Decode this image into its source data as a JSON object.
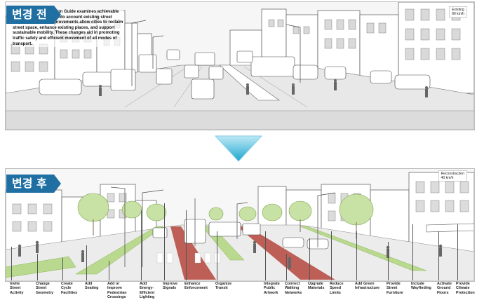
{
  "before": {
    "badge": "변경 전",
    "intro_text": "The Global Street Design Guide examines achievable improvements, taking into account existing street conditions. These improvements allow cities to reclaim street space, enhance existing places, and support sustainable mobility. These changes aid in promoting traffic safety and efficient movement of all modes of transport.",
    "corner_label_line1": "Existing",
    "corner_label_line2": "80 km/h"
  },
  "after": {
    "badge": "변경 후",
    "corner_label_line1": "Reconstruction",
    "corner_label_line2": "40 km/h"
  },
  "colors": {
    "badge": "#1f6fa3",
    "arrow_top": "#bfe9f6",
    "arrow_bottom": "#1ea6cf",
    "greenery": "#b9d98f",
    "red_lane": "#b5473d",
    "sky": "#f4f4f4"
  },
  "labels": [
    {
      "l1": "Invite",
      "l2": "Street",
      "l3": "Activity"
    },
    {
      "l1": "Change",
      "l2": "Street",
      "l3": "Geometry"
    },
    {
      "l1": "Create",
      "l2": "Cycle",
      "l3": "Facilities"
    },
    {
      "l1": "Add",
      "l2": "Seating",
      "l3": ""
    },
    {
      "l1": "Add or",
      "l2": "Improve",
      "l3": "Pedestrian",
      "l4": "Crossings"
    },
    {
      "l1": "Add",
      "l2": "Energy-",
      "l3": "Efficient",
      "l4": "Lighting"
    },
    {
      "l1": "Improve",
      "l2": "Signals",
      "l3": ""
    },
    {
      "l1": "Enhance",
      "l2": "Enforcement",
      "l3": ""
    },
    {
      "l1": "Organize",
      "l2": "Transit",
      "l3": ""
    },
    {
      "l1": "Integrate",
      "l2": "Public",
      "l3": "Artwork"
    },
    {
      "l1": "Connect",
      "l2": "Walking",
      "l3": "Networks"
    },
    {
      "l1": "Upgrade",
      "l2": "Materials",
      "l3": ""
    },
    {
      "l1": "Reduce",
      "l2": "Speed",
      "l3": "Limits"
    },
    {
      "l1": "Add Green",
      "l2": "Infrastructure",
      "l3": ""
    },
    {
      "l1": "Provide",
      "l2": "Street",
      "l3": "Furniture"
    },
    {
      "l1": "Include",
      "l2": "Wayfinding",
      "l3": ""
    },
    {
      "l1": "Activate",
      "l2": "Ground",
      "l3": "Floors"
    },
    {
      "l1": "Provide",
      "l2": "Climate",
      "l3": "Protection"
    }
  ]
}
